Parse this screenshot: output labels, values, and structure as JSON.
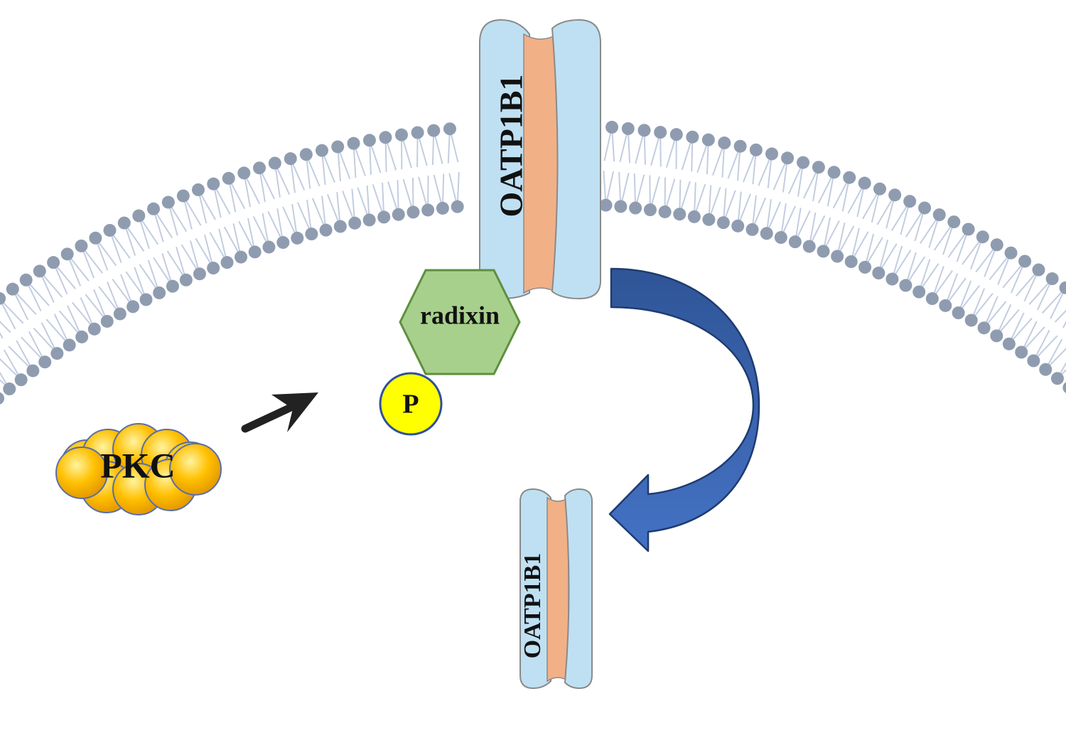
{
  "labels": {
    "transporter_membrane": "OATP1B1",
    "transporter_internalized": "OATP1B1",
    "radixin": "radixin",
    "phospho": "P",
    "kinase": "PKC"
  },
  "colors": {
    "background": "#ffffff",
    "lipid_head": "#8f9cb0",
    "lipid_tail": "#c3cde0",
    "transporter_blue": "#bfe0f2",
    "transporter_core": "#f2b086",
    "transporter_outline": "#8a8a8a",
    "radixin_fill": "#a8d08d",
    "radixin_outline": "#5e8f3e",
    "phospho_fill": "#ffff00",
    "phospho_outline": "#2f4f9f",
    "pkc_fill": "#ffc000",
    "pkc_outline": "#5a6ea8",
    "curved_arrow": "#3d66b0",
    "curved_arrow_outline": "#1f3b70",
    "straight_arrow": "#222222"
  }
}
